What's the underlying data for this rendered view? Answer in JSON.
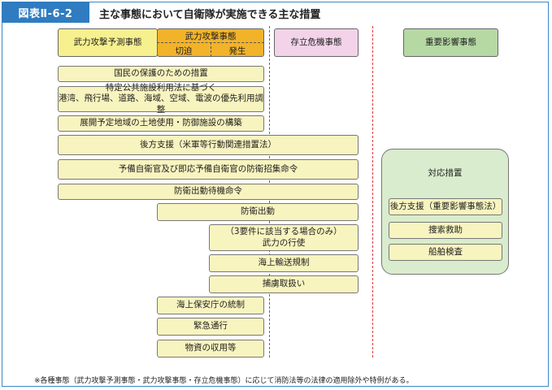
{
  "figure": {
    "tag": "図表Ⅱ-6-2",
    "title": "主な事態において自衛隊が実施できる主な措置"
  },
  "headers": {
    "armed_attack_anticipated": "武力攻撃予測事態",
    "armed_attack": "武力攻撃事態",
    "armed_attack_imminent": "切迫",
    "armed_attack_occurred": "発生",
    "survival_threatening": "存立危機事態",
    "important_influence": "重要影響事態"
  },
  "measures": [
    "国民の保護のための措置",
    "特定公共施設利用法に基づく\n港湾、飛行場、道路、海域、空域、電波の優先利用調整",
    "展開予定地域の土地使用・防御施設の構築",
    "後方支援（米軍等行動関連措置法）",
    "予備自衛官及び即応予備自衛官の防衛招集命令",
    "防衛出動待機命令",
    "防衛出動",
    "（3要件に該当する場合のみ）\n武力の行使",
    "海上輸送規制",
    "捕虜取扱い",
    "海上保安庁の統制",
    "緊急通行",
    "物資の収用等"
  ],
  "response": {
    "title": "対応措置",
    "items": [
      "後方支援（重要影響事態法）",
      "捜索救助",
      "船舶検査"
    ]
  },
  "footnote": "※各種事態（武力攻撃予測事態・武力攻撃事態・存立危機事態）に応じて消防法等の法律の適用除外や特例がある。"
}
